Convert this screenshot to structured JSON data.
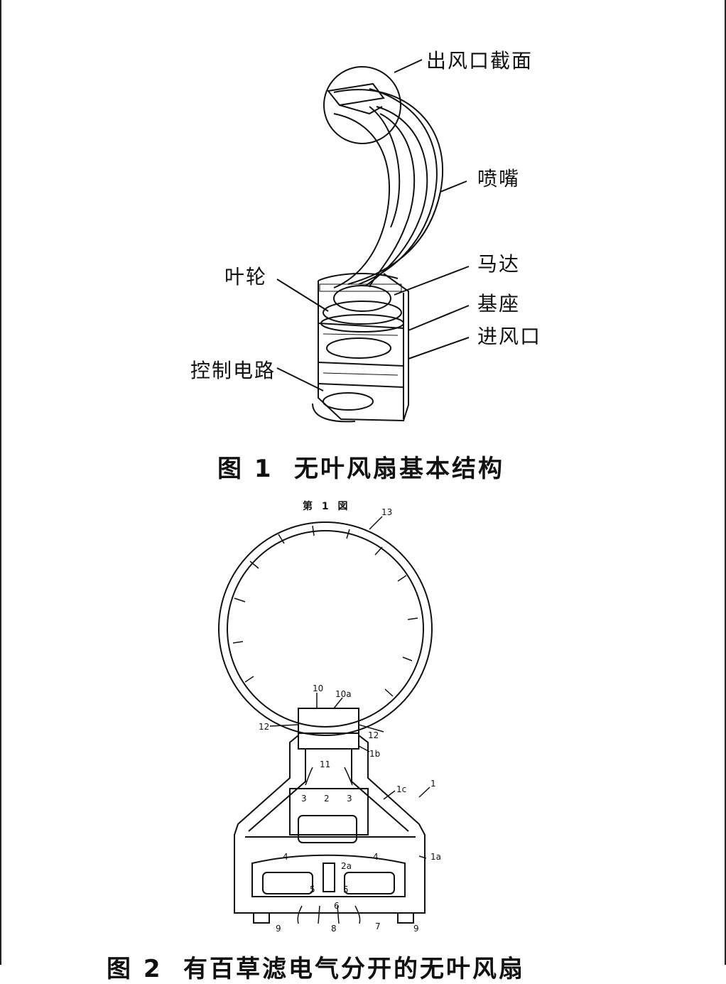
{
  "figure1": {
    "labels": {
      "outlet_section": "出风口截面",
      "nozzle": "喷嘴",
      "motor": "马达",
      "impeller": "叶轮",
      "base": "基座",
      "air_inlet": "进风口",
      "control_circuit": "控制电路"
    },
    "caption_number": "图 1",
    "caption_text": "无叶风扇基本结构"
  },
  "figure2": {
    "title": "第 1 図",
    "part_labels": {
      "p13": "13",
      "p10": "10",
      "p10a": "10a",
      "p12_left": "12",
      "p12_right": "12",
      "p1b": "1b",
      "p11": "11",
      "p1c": "1c",
      "p1": "1",
      "p3_left": "3",
      "p2": "2",
      "p3_right": "3",
      "p4_left": "4",
      "p4_right": "4",
      "p1a": "1a",
      "p2a": "2a",
      "p5_left": "5",
      "p5_right": "5",
      "p6": "6",
      "p9_left": "9",
      "p8": "8",
      "p7": "7",
      "p9_right": "9"
    },
    "caption_number": "图 2",
    "caption_text": "有百草滤电气分开的无叶风扇"
  }
}
